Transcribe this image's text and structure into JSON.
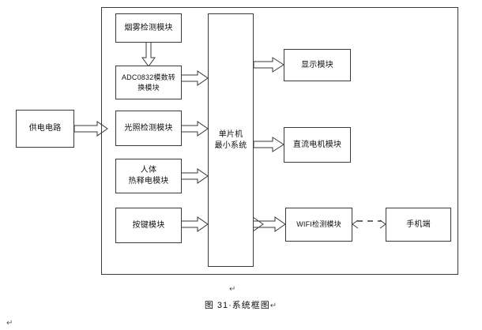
{
  "figure": {
    "caption": "图 31·系统框图",
    "caption_return_mark": "↵",
    "upper_return_mark": "↵",
    "trailing_return_mark": "↵",
    "type": "system-block-diagram",
    "line_color": "#3a3a3a",
    "text_color": "#111111",
    "background": "#ffffff"
  },
  "nodes": {
    "power_supply": {
      "label": "供电电路"
    },
    "smoke_sensor": {
      "label": "烟雾检测模块"
    },
    "adc": {
      "label": "ADC0832模数转\n换模块"
    },
    "light_sensor": {
      "label": "光照检测模块"
    },
    "pyroelectric": {
      "label": "人体\n热释电模块"
    },
    "keypad": {
      "label": "按键模块"
    },
    "mcu": {
      "label": "单片机\n最小系统"
    },
    "display": {
      "label": "显示模块"
    },
    "dc_motor": {
      "label": "直流电机模块"
    },
    "wifi": {
      "label": "WIFI检测模块"
    },
    "phone": {
      "label": "手机端"
    }
  },
  "connections": [
    {
      "from": "power_supply",
      "to": "system_frame",
      "style": "block-arrow",
      "direction": "right"
    },
    {
      "from": "smoke_sensor",
      "to": "adc",
      "style": "block-arrow",
      "direction": "down"
    },
    {
      "from": "adc",
      "to": "mcu",
      "style": "block-arrow",
      "direction": "right"
    },
    {
      "from": "light_sensor",
      "to": "mcu",
      "style": "block-arrow",
      "direction": "right"
    },
    {
      "from": "pyroelectric",
      "to": "mcu",
      "style": "block-arrow",
      "direction": "right"
    },
    {
      "from": "keypad",
      "to": "mcu",
      "style": "block-arrow",
      "direction": "right"
    },
    {
      "from": "mcu",
      "to": "display",
      "style": "block-arrow",
      "direction": "right"
    },
    {
      "from": "mcu",
      "to": "dc_motor",
      "style": "block-arrow",
      "direction": "right"
    },
    {
      "from": "mcu",
      "to": "wifi",
      "style": "block-arrow",
      "direction": "bidirectional"
    },
    {
      "from": "wifi",
      "to": "phone",
      "style": "dashed-bidirectional",
      "direction": "bidirectional"
    }
  ]
}
